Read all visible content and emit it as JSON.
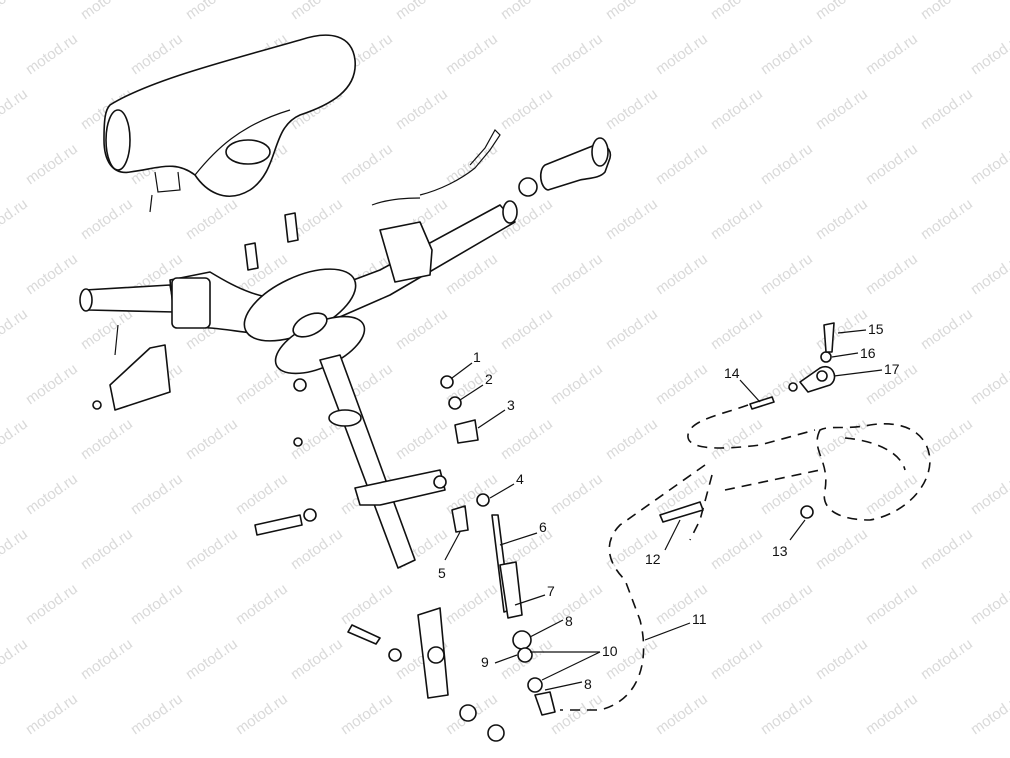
{
  "watermark": "motod.ru",
  "callouts": [
    "1",
    "2",
    "3",
    "4",
    "5",
    "6",
    "7",
    "8",
    "9",
    "10",
    "11",
    "12",
    "13",
    "14",
    "15",
    "16",
    "17",
    "8"
  ],
  "colors": {
    "ink": "#111111",
    "watermark": "#d9d9d9",
    "background": "#ffffff"
  }
}
